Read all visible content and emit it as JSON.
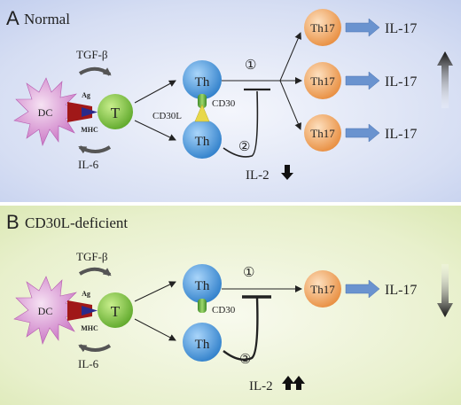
{
  "panel_a": {
    "letter": "A",
    "title": "Normal",
    "dc": "DC",
    "t": "T",
    "tgf": "TGF-β",
    "il6": "IL-6",
    "ag": "Ag",
    "mhc": "MHC",
    "th": "Th",
    "cd30": "CD30",
    "cd30l": "CD30L",
    "th17": "Th17",
    "il17": "IL-17",
    "il2": "IL-2",
    "step1": "①",
    "step2": "②"
  },
  "panel_b": {
    "letter": "B",
    "title": "CD30L-deficient",
    "dc": "DC",
    "t": "T",
    "tgf": "TGF-β",
    "il6": "IL-6",
    "ag": "Ag",
    "mhc": "MHC",
    "th": "Th",
    "cd30": "CD30",
    "th17": "Th17",
    "il17": "IL-17",
    "il2": "IL-2",
    "step1": "①",
    "step2": "②"
  },
  "colors": {
    "panel_a_bg": "#cfd9f1",
    "panel_b_bg": "#e6efc8",
    "dc": "#d58ad0",
    "t_cell": "#7fc13a",
    "th_cell": "#3b8fd6",
    "th17_cell": "#f0a25c",
    "arrow_block": "#6a93cf"
  }
}
